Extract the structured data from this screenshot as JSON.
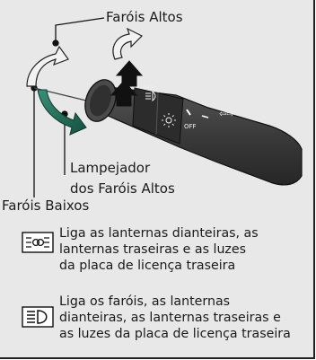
{
  "labels": {
    "high_beams": "Faróis Altos",
    "flash_line1": "Lampejador",
    "flash_line2": "dos Faróis Altos",
    "low_beams": "Faróis Baixos"
  },
  "stalk": {
    "auto": "AUTO",
    "off": "OFF"
  },
  "descriptions": [
    {
      "icon": "parking-lights-icon",
      "lines": [
        "Liga as lanternas dianteiras, as",
        "lanternas traseiras e as luzes",
        "da placa de licença traseira"
      ]
    },
    {
      "icon": "headlights-icon",
      "lines": [
        "Liga os faróis, as lanternas",
        "dianteiras, as lanternas traseiras e",
        "as luzes da placa de licença traseira"
      ]
    }
  ],
  "colors": {
    "background": "#e8e8e8",
    "stalk": "#3a3a3a",
    "arrow_green": "#1f6f5a"
  }
}
